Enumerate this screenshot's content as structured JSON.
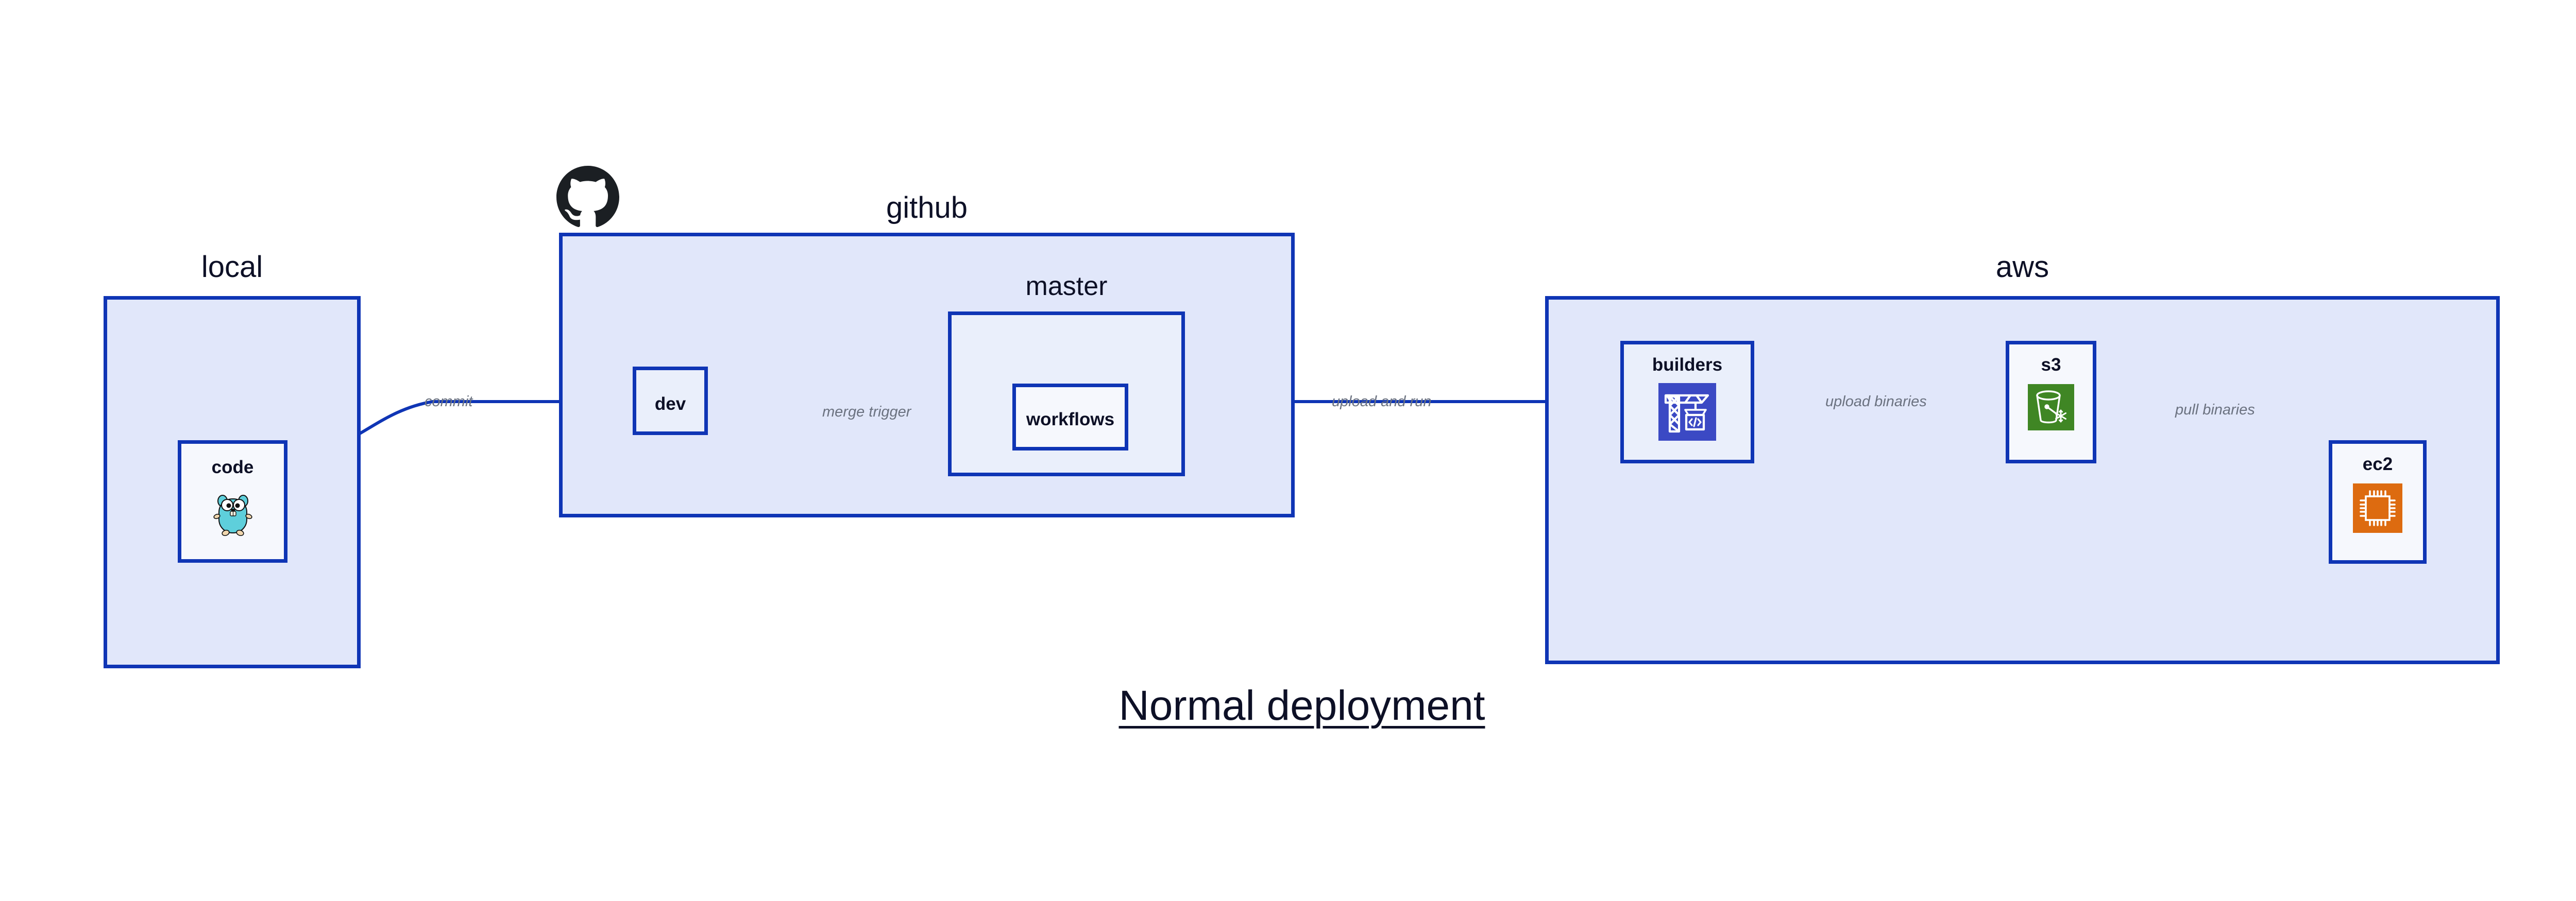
{
  "diagram": {
    "title": "Normal deployment",
    "accent_color": "#0f35b5",
    "group_fill": "#e1e7fa",
    "node_fill": "#eaeffb",
    "edge_label_color": "#6b7280"
  },
  "groups": [
    {
      "id": "local",
      "label": "local"
    },
    {
      "id": "github",
      "label": "github"
    },
    {
      "id": "aws",
      "label": "aws"
    }
  ],
  "subgroups": [
    {
      "id": "master",
      "label": "master",
      "parent": "github"
    }
  ],
  "nodes": [
    {
      "id": "code",
      "label": "code",
      "group": "local",
      "icon": "go-gopher-icon",
      "icon_color": "#5ecfdb"
    },
    {
      "id": "dev",
      "label": "dev",
      "group": "github",
      "icon": null,
      "icon_color": null
    },
    {
      "id": "workflows",
      "label": "workflows",
      "group": "master",
      "icon": null,
      "icon_color": null
    },
    {
      "id": "builders",
      "label": "builders",
      "group": "aws",
      "icon": "crane-code-icon",
      "icon_color": "#3b49c4"
    },
    {
      "id": "s3",
      "label": "s3",
      "group": "aws",
      "icon": "s3-bucket-icon",
      "icon_color": "#3f8624"
    },
    {
      "id": "ec2",
      "label": "ec2",
      "group": "aws",
      "icon": "cpu-chip-icon",
      "icon_color": "#dd6b10"
    }
  ],
  "edges": [
    {
      "id": "e1",
      "from": "code",
      "to": "dev",
      "label": "commit"
    },
    {
      "id": "e2",
      "from": "dev",
      "to": "workflows",
      "label": "merge trigger"
    },
    {
      "id": "e3",
      "from": "workflows",
      "to": "builders",
      "label": "upload and run"
    },
    {
      "id": "e4",
      "from": "builders",
      "to": "s3",
      "label": "upload binaries"
    },
    {
      "id": "e5",
      "from": "s3",
      "to": "ec2",
      "label": "pull binaries"
    }
  ],
  "icons": {
    "github_mark": "github-logo-icon"
  }
}
